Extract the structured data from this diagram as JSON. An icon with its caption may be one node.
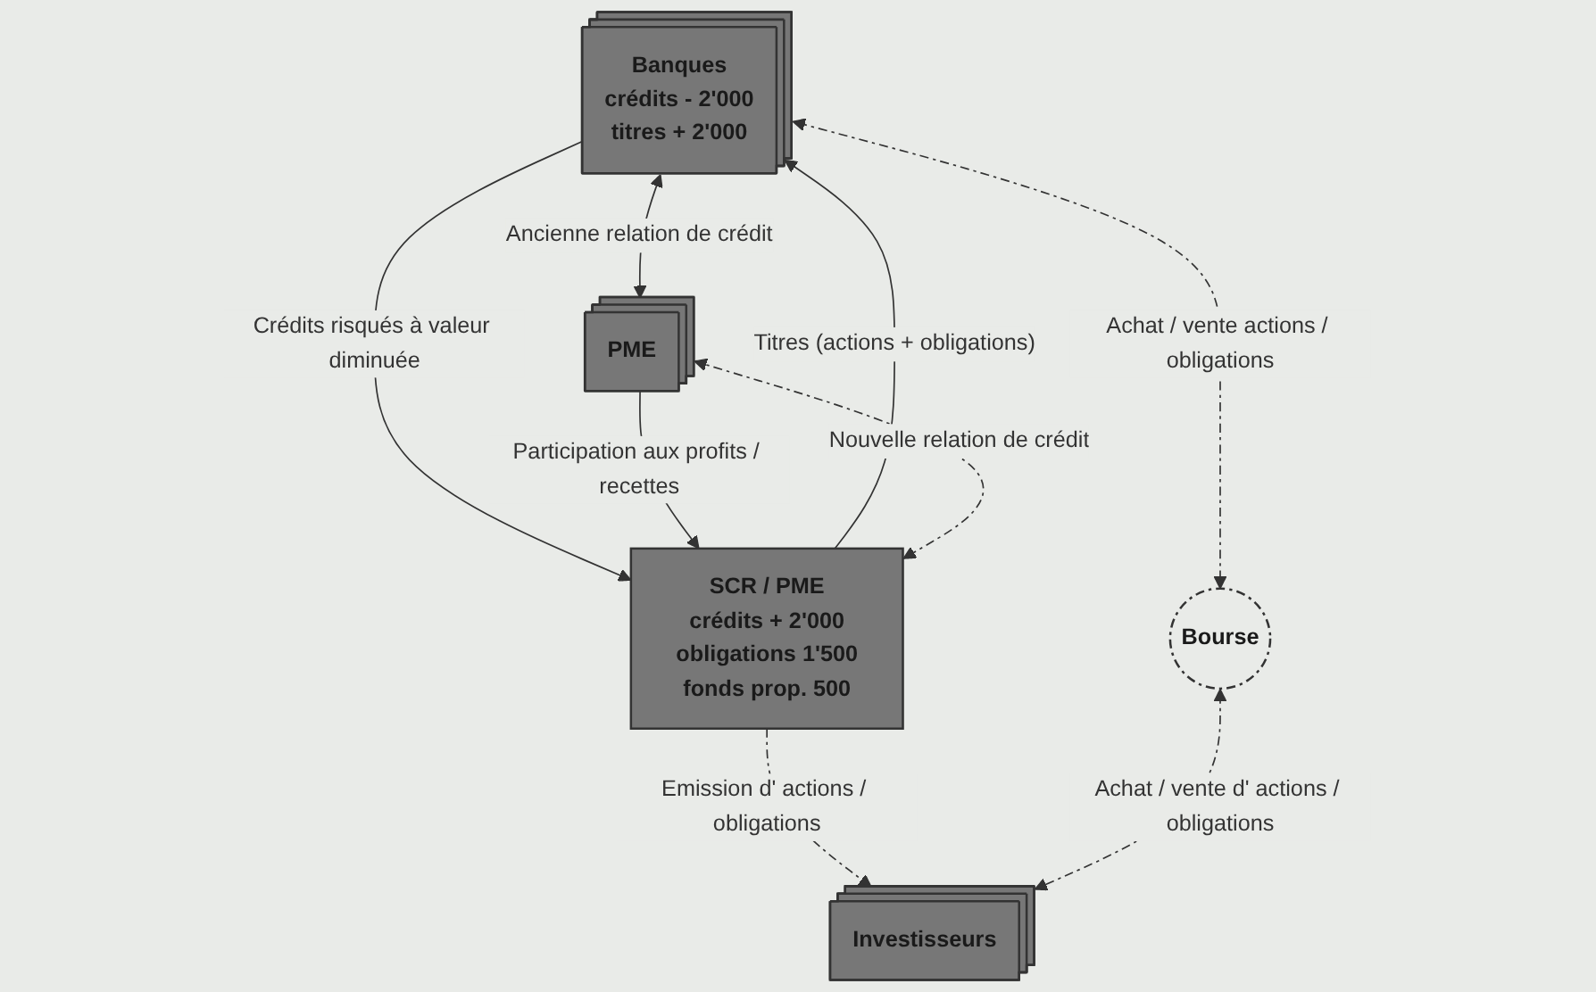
{
  "diagram": {
    "nodes": [
      {
        "text": [
          "Banques",
          "crédits - 2'000",
          "titres + 2'000"
        ]
      },
      {
        "text": [
          "PME"
        ]
      },
      {
        "text": [
          "SCR / PME",
          "crédits + 2'000",
          "obligations 1'500",
          "fonds prop. 500"
        ]
      },
      {
        "text": [
          "Bourse"
        ]
      },
      {
        "text": [
          "Investisseurs"
        ]
      }
    ],
    "edges": [
      {
        "from": 0,
        "to": 1,
        "arrow": "both",
        "label": "Ancienne relation de crédit"
      },
      {
        "from": 2,
        "to": 0,
        "arrow": "to",
        "label": "Titres (actions + obligations)"
      },
      {
        "from": 0,
        "to": 2,
        "arrow": "to",
        "label": "Crédits risqués à valeur diminuée"
      },
      {
        "from": 2,
        "to": 1,
        "arrow": "both",
        "style": "dashed",
        "label": "Nouvelle relation de crédit"
      },
      {
        "from": 1,
        "to": 2,
        "arrow": "to",
        "label": "Participation aux profits / recettes"
      },
      {
        "from": 2,
        "to": 4,
        "arrow": "to",
        "style": "dashed",
        "label": "Emission d' actions / obligations"
      },
      {
        "from": 0,
        "to": 3,
        "arrow": "both",
        "style": "dashed",
        "label": "Achat / vente actions / obligations"
      },
      {
        "from": 3,
        "to": 4,
        "arrow": "both",
        "style": "dashed",
        "label": "Achat / vente d' actions / obligations"
      }
    ]
  }
}
